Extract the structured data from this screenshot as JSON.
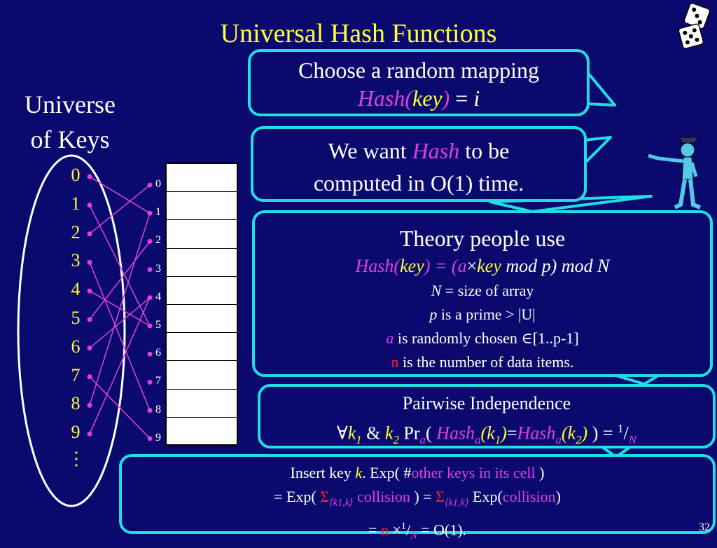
{
  "slide": {
    "title": "Universal Hash Functions",
    "page_number": "32",
    "universe_line1": "Universe",
    "universe_line2": "of Keys",
    "keys": [
      "0",
      "1",
      "2",
      "3",
      "4",
      "5",
      "6",
      "7",
      "8",
      "9"
    ],
    "ellipsis": "⋮",
    "slots": [
      "0",
      "1",
      "2",
      "3",
      "4",
      "5",
      "6",
      "7",
      "8",
      "9"
    ],
    "mapping": [
      [
        0,
        1
      ],
      [
        1,
        5
      ],
      [
        2,
        0
      ],
      [
        3,
        8
      ],
      [
        4,
        5
      ],
      [
        5,
        2
      ],
      [
        6,
        4
      ],
      [
        7,
        9
      ],
      [
        8,
        1
      ],
      [
        9,
        4
      ]
    ]
  },
  "bubble1": {
    "line1": "Choose a random mapping",
    "hash": "Hash(",
    "key": "key",
    "close": ")",
    "eq": " = ",
    "i": "i"
  },
  "bubble2": {
    "pre": "We want ",
    "hash": "Hash",
    "post": " to be",
    "line2": "computed in O(1) time."
  },
  "bubble3": {
    "heading": "Theory people use",
    "hash": "Hash(",
    "key": "key",
    "close": ")",
    "eq": " = (",
    "a": "a",
    "times": "×",
    "key2": "key",
    "rest": " mod p) mod N",
    "n_var": "N",
    "n_text": " = size of array",
    "p_var": "p",
    "p_text": " is a prime > |U|",
    "a_var": "a",
    "a_text": " is randomly chosen ∈[1..p-1]",
    "nn_var": "n",
    "nn_text": " is the number of data items."
  },
  "bubble4": {
    "heading": "Pairwise Independence",
    "forall": "∀",
    "k1": "k",
    "k1sub": "1",
    "amp": " & ",
    "k2": "k",
    "k2sub": "2",
    "pr": "  Pr",
    "prsub": "a",
    "open": "( ",
    "hash1": "Hash",
    "hsub1": "a",
    "k1b": "(k",
    "k1bsub": "1",
    "k1bclose": ")",
    "eqsign": "=",
    "hash2": "Hash",
    "hsub2": "a",
    "k2b": "(k",
    "k2bsub": "2",
    "k2bclose": ")",
    "close": " )  = ",
    "one": "1",
    "slash": "/",
    "N": "N"
  },
  "bubble5": {
    "l1_pre": "Insert key ",
    "l1_k": "k",
    "l1_mid": ".   Exp( #",
    "l1_other": "other keys in its cell",
    "l1_end": " )",
    "l2_pre": "=  Exp( ",
    "l2_sigma": "Σ",
    "l2_sub": "⟨k1,k⟩",
    "l2_coll": " collision",
    "l2_mid": " )  = ",
    "l2_sigma2": "Σ",
    "l2_sub2": "⟨k1,k⟩",
    "l2_exp": " Exp(",
    "l2_coll2": "collision",
    "l2_end": ")",
    "l3_pre": "=  ",
    "l3_n": "n",
    "l3_times": " ×",
    "l3_one": "1",
    "l3_slash": "/",
    "l3_N": "N",
    "l3_end": "  = O(1)."
  },
  "colors": {
    "background": "#0a0a6e",
    "title": "#ffff33",
    "bubble_border": "#22dde0",
    "magenta": "#e040e0",
    "red": "#ff2222"
  }
}
